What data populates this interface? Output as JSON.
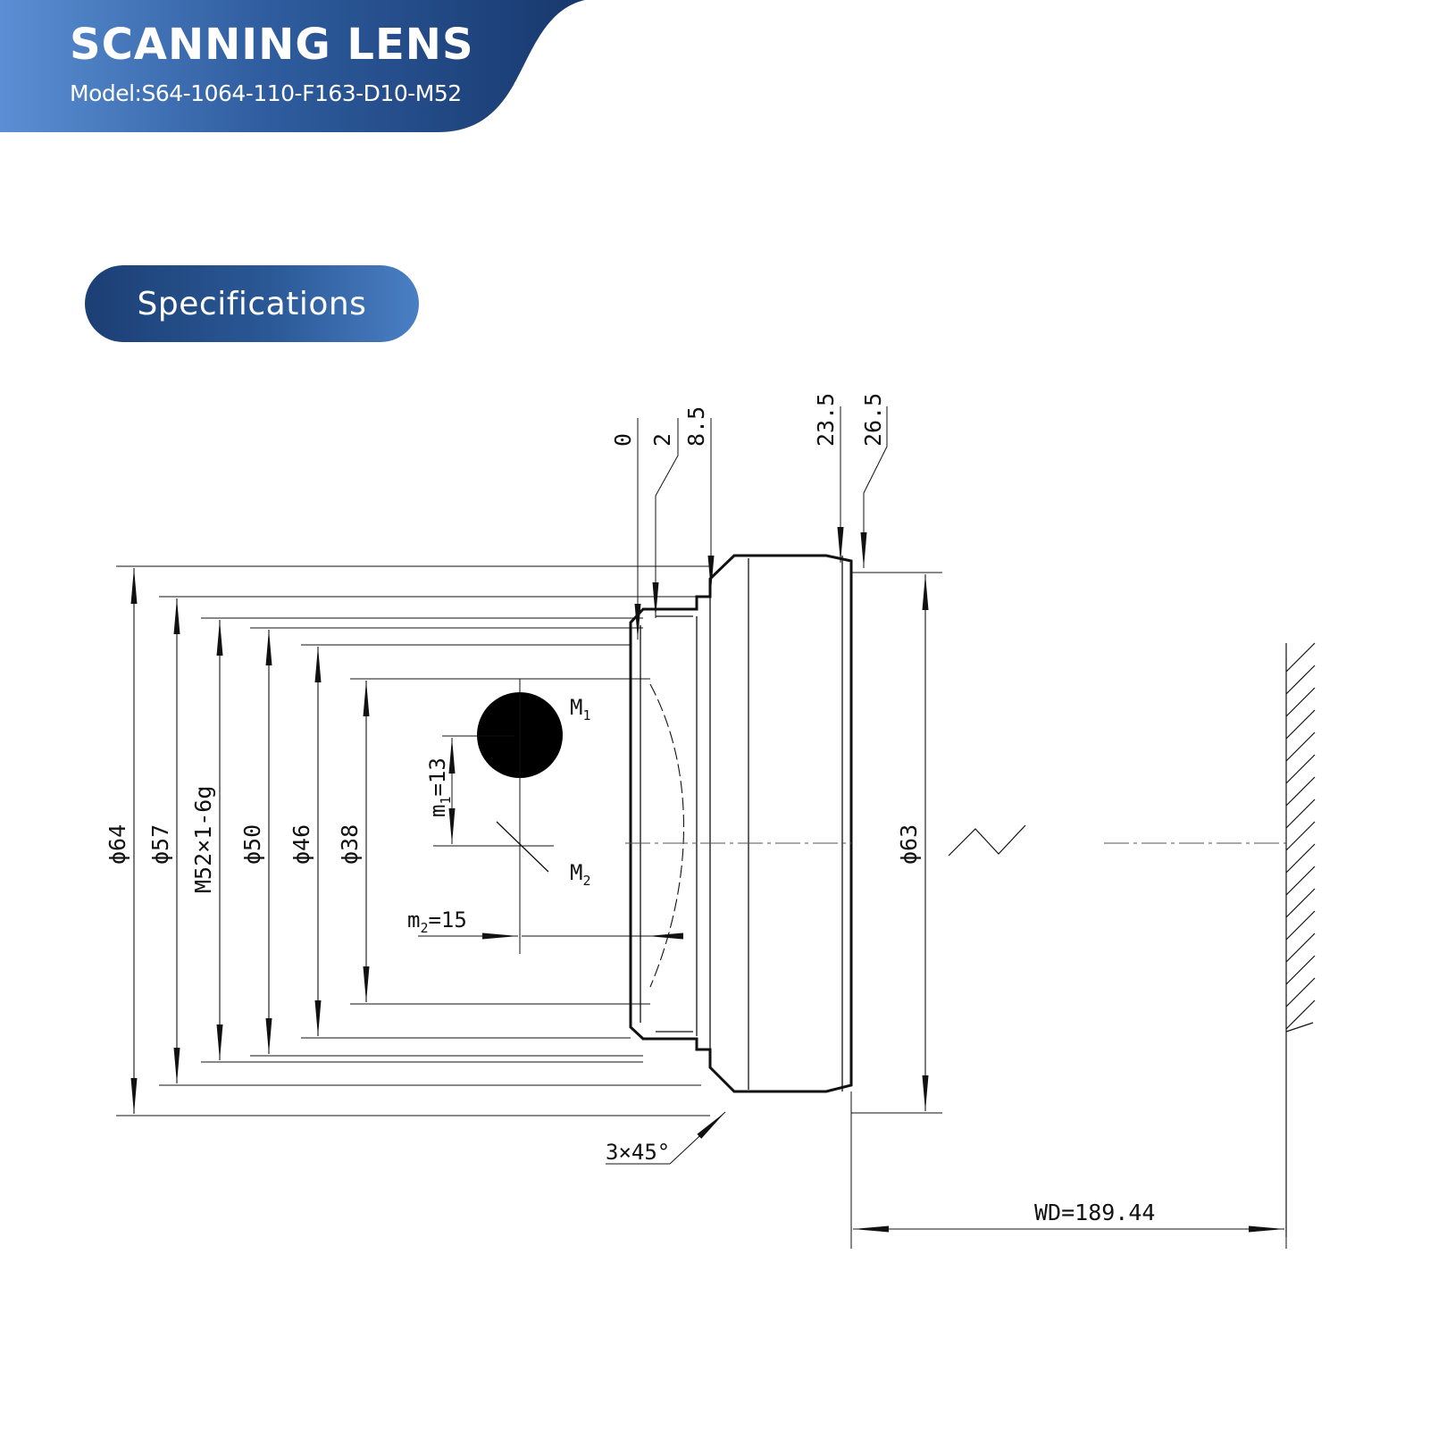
{
  "header": {
    "title": "SCANNING LENS",
    "model": "Model:S64-1064-110-F163-D10-M52",
    "colors": {
      "banner_dark": "#17386d",
      "banner_light": "#5b8fd4"
    }
  },
  "section": {
    "label": "Specifications"
  },
  "drawing": {
    "axial_positions": [
      "0",
      "2",
      "8.5",
      "23.5",
      "26.5"
    ],
    "diameters": [
      "ϕ64",
      "ϕ57",
      "M52×1-6g",
      "ϕ50",
      "ϕ46",
      "ϕ38"
    ],
    "right_diameter": "ϕ63",
    "mirror1": "M",
    "mirror1_sub": "1",
    "mirror2": "M",
    "mirror2_sub": "2",
    "m1_label": "m",
    "m1_sub": "1",
    "m1_value": "=13",
    "m2_label": "m",
    "m2_sub": "2",
    "m2_value": "=15",
    "chamfer": "3×45°",
    "working_distance": "WD=189.44"
  }
}
